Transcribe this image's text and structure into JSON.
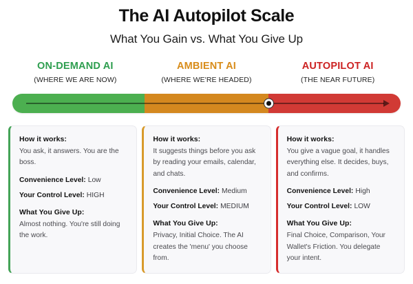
{
  "header": {
    "title": "The AI Autopilot Scale",
    "subtitle": "What You Gain vs. What You Give Up"
  },
  "stages": [
    {
      "title": "ON-DEMAND AI",
      "subtitle": "(WHERE WE ARE NOW)",
      "color": "#2e9e4f",
      "segment_color": "#4caf50"
    },
    {
      "title": "AMBIENT AI",
      "subtitle": "(WHERE WE'RE HEADED)",
      "color": "#d88c1a",
      "segment_color": "#d4881f"
    },
    {
      "title": "AUTOPILOT AI",
      "subtitle": "(THE NEAR FUTURE)",
      "color": "#cc2222",
      "segment_color": "#d13a35"
    }
  ],
  "scale": {
    "marker_position_percent": 66,
    "segment_widths_percent": [
      34,
      32,
      34
    ],
    "arrow_direction": "right"
  },
  "labels": {
    "how_it_works": "How it works:",
    "convenience_level": "Convenience Level:",
    "control_level": "Your Control Level:",
    "what_you_give_up": "What You Give Up:"
  },
  "cards": [
    {
      "accent_color": "#44a357",
      "how_it_works": "You ask, it answers. You are the boss.",
      "convenience_level": "Low",
      "control_level": "HIGH",
      "what_you_give_up": "Almost nothing. You're still doing the work."
    },
    {
      "accent_color": "#d89a2a",
      "how_it_works": "It suggests things before you ask by reading your emails, calendar, and chats.",
      "convenience_level": "Medium",
      "control_level": "MEDIUM",
      "what_you_give_up": "Privacy, Initial Choice. The AI creates the 'menu' you choose from."
    },
    {
      "accent_color": "#d62d2d",
      "how_it_works": "You give a vague goal, it handles everything else. It decides, buys, and confirms.",
      "convenience_level": "High",
      "control_level": "LOW",
      "what_you_give_up": "Final Choice, Comparison, Your Wallet's Friction. You delegate your intent."
    }
  ]
}
